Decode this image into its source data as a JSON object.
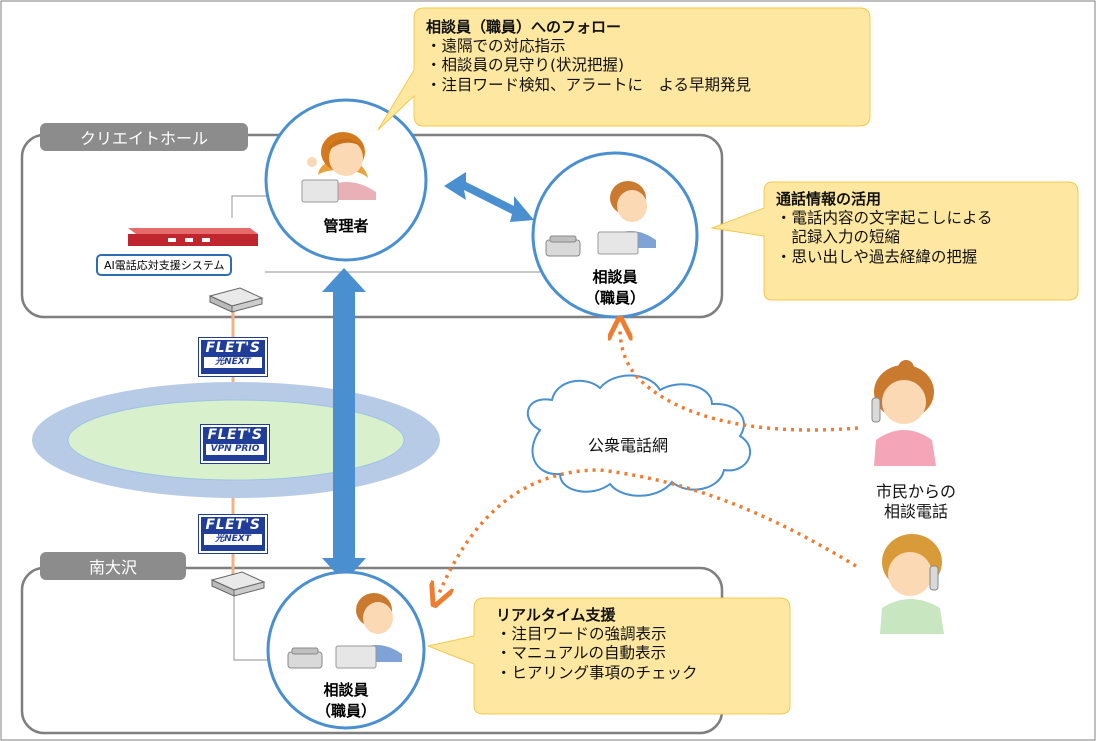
{
  "locations": {
    "top": "クリエイトホール",
    "bottom": "南大沢"
  },
  "system": {
    "label": "AI電話応対支援システム"
  },
  "network": {
    "flets_top": {
      "brand": "FLET'S",
      "sub": "光NEXT"
    },
    "flets_mid": {
      "brand": "FLET'S",
      "sub": "VPN PRIO"
    },
    "flets_bottom": {
      "brand": "FLET'S",
      "sub": "光NEXT"
    },
    "public_network": "公衆電話網"
  },
  "people": {
    "manager": "管理者",
    "staff_top": {
      "line1": "相談員",
      "line2": "（職員）"
    },
    "staff_bottom": {
      "line1": "相談員",
      "line2": "（職員）"
    },
    "citizens": {
      "line1": "市民からの",
      "line2": "相談電話"
    }
  },
  "callouts": {
    "manager_follow": {
      "title": "相談員（職員）へのフォロー",
      "items": [
        "・遠隔での対応指示",
        "・相談員の見守り(状況把握)",
        "・注目ワード検知、アラートに　よる早期発見"
      ]
    },
    "call_info": {
      "title": "通話情報の活用",
      "items": [
        "・電話内容の文字起こしによる",
        "　記録入力の短縮",
        "・思い出しや過去経緯の把握"
      ]
    },
    "realtime": {
      "title": "リアルタイム支援",
      "items": [
        "・注目ワードの強調表示",
        "・マニュアルの自動表示",
        "・ヒアリング事項のチェック"
      ]
    }
  },
  "colors": {
    "callout_fill": "#fde7a1",
    "circle_stroke": "#4a8fd0",
    "arrow_blue": "#4a8fd0",
    "dotted_orange": "#ee7d31",
    "cloud_line": "#4a8fd0",
    "ellipse_outer": "#b8cbe6",
    "ellipse_inner": "#d9f0cc"
  }
}
